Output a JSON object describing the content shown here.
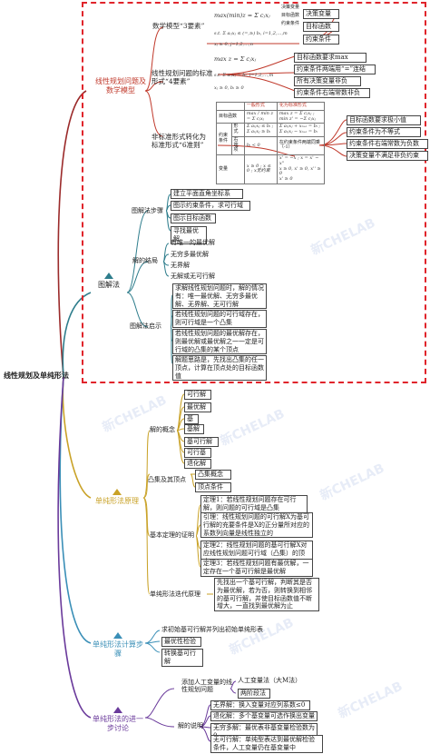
{
  "root": "线性规划及单纯形法",
  "branches": {
    "model": "线性规划问题及数学模型",
    "graph": "图解法",
    "principle": "单纯形法原理",
    "steps": "单纯形法计算步骤",
    "further": "单纯形法的进一步讨论"
  },
  "model": {
    "three_elements": "数学模型“3要素”",
    "std_form": "线性规划问题的标准形式“4要素”",
    "nonstd": "非标准形式转化为标准形式“6准则”",
    "three_items": [
      "决策变量",
      "目标函数",
      "约束条件"
    ],
    "four_items": [
      "目标函数要求max",
      "约束条件两端用“=”连结",
      "所有决策变量非负",
      "约束条件右端常数非负"
    ],
    "six_items": [
      "目标函数要求极小值",
      "约束条件为不等式",
      "约束条件右端常数为负数",
      "决策变量不满足非负约束"
    ],
    "small_labels": [
      "决策变量",
      "目标函数",
      "约束条件"
    ],
    "f_max": "max(min)z = Σ cⱼxⱼ",
    "f_st1": "s.t. Σ aᵢⱼxⱼ ≤ (=,≥) bᵢ, i=1,2,…,m",
    "f_st2": "xⱼ ≥ 0,   j=1,2,…,n",
    "f_std": "max z = Σ cⱼxⱼ",
    "f_std1": "s.t. Σ aᵢⱼxⱼ = bᵢ, i=1,2,…,m",
    "f_std2": "xⱼ ≥ 0, bᵢ ≥ 0",
    "table": {
      "h1": "一般形式",
      "h2": "化为标准形式",
      "r1": "目标函数",
      "r2": "约束条件",
      "r2a": "形式",
      "r2b": "右端项",
      "r3": "变量",
      "c11": "max / min z = Σ cⱼxⱼ",
      "c12": "max z = Σ cⱼxⱼ ; min z' = −Σ cⱼxⱼ",
      "c21": "Σ aᵢⱼxⱼ ≤ bᵢ ; Σ aᵢⱼxⱼ ≥ bᵢ",
      "c22": "Σ aᵢⱼxⱼ + xₙ₊ᵢ = bᵢ ; Σ aᵢⱼxⱼ − xₙ₊ᵢ = bᵢ",
      "c31": "bᵢ < 0",
      "c32": "在约束条件两端同乘（-1）",
      "c41": "x ≥ 0 ; x ≤ 0 ; x无约束",
      "c42": "x' = −x ; x = x' − x''",
      "c43": "x ≥ 0,  x' ≥ 0,  x'' ≥ 0",
      "c44": "x' ≥ 0"
    }
  },
  "graph": {
    "steps_label": "图解法步骤",
    "steps": [
      "建立平面直角坐标系",
      "图示约束条件，求可行域",
      "图示目标函数",
      "寻找最优解"
    ],
    "results_label": "解的结局",
    "results": [
      "有唯一的最优解",
      "无穷多最优解",
      "无界解",
      "无解或无可行解"
    ],
    "hints_label": "图解法启示",
    "hints": [
      "求解线性规划问题时，解的情况有：唯一最优解、无穷多最优解、无界解、无可行解",
      "若线性规划问题的可行域存在，则可行域是一个凸集",
      "若线性规划问题的最优解存在，则最优解或最优解之一一定是可行域的凸集的某个顶点",
      "解题思路是，先找出凸集的任一顶点，计算在顶点处的目标函数值"
    ]
  },
  "principle": {
    "concept_label": "解的概念",
    "concepts": [
      "可行解",
      "最优解",
      "基",
      "基解",
      "基可行解",
      "可行基",
      "退化解"
    ],
    "convex_label": "凸集及其顶点",
    "convex": [
      "凸集概念",
      "顶点条件"
    ],
    "theorem_label": "基本定理的证明",
    "theorems": [
      "定理1：若线性规划问题存在可行解，则问题的可行域是凸集",
      "引理：线性规划问题的可行解X为基可行解的充要条件是X的正分量所对应的系数列向量是线性独立的",
      "定理2：线性规划问题的基可行解X对应线性规划问题可行域（凸集）的顶点",
      "定理3：若线性规划问题有最优解，一定存在一个基可行解是最优解"
    ],
    "iter_label": "单纯形法迭代原理",
    "iter": "先找出一个基可行解，判断其是否为最优解，若为否，则转换到相邻的基可行解，并使目标函数值不断增大，一直找到最优解为止"
  },
  "steps": {
    "items": [
      "求初始基可行解并列出初始单纯形表",
      "最优性检验",
      "转换基可行解"
    ]
  },
  "further": {
    "artificial_label": "添加人工变量的线性规划问题",
    "artificial": [
      "人工变量法（大M法）",
      "两阶段法"
    ],
    "solution_label": "解的说明",
    "solutions": [
      "无界解：换入变量对应列系数≤0",
      "退化解：多个基变量可选作换出变量",
      "无穷多解：最优表非基变量检验数为0",
      "无可行解：单纯型表达到最优解检验条件，人工变量仍在基变量中"
    ]
  },
  "colors": {
    "root_line": "#9b2a2a",
    "model": "#c0392b",
    "graph": "#2e7d8c",
    "principle": "#c9a227",
    "steps": "#3a8fb7",
    "further": "#6a3a9b",
    "dash_frame": "#e0242b"
  },
  "watermark": "新CHELAB"
}
